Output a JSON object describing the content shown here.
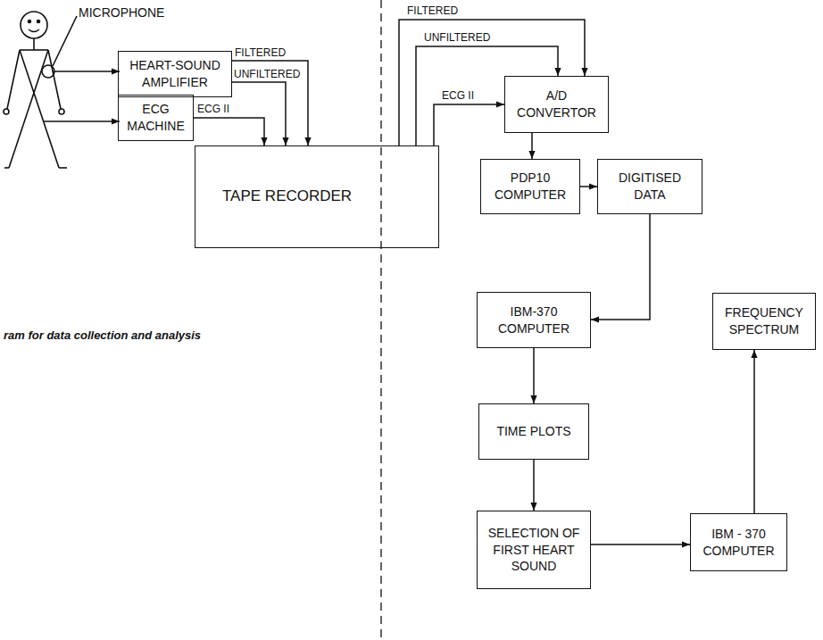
{
  "diagram": {
    "caption": "ram for data collection and analysis",
    "nodes": [
      {
        "text": [
          "HEART-SOUND AMPLIFIER"
        ]
      },
      {
        "text": [
          "ECG MACHINE"
        ]
      },
      {
        "text": [
          "TAPE RECORDER"
        ]
      },
      {
        "text": [
          "A/D CONVERTOR"
        ]
      },
      {
        "text": [
          "PDP10 COMPUTER"
        ]
      },
      {
        "text": [
          "DIGITISED DATA"
        ]
      },
      {
        "text": [
          "IBM-370 COMPUTER"
        ]
      },
      {
        "text": [
          "FREQUENCY SPECTRUM"
        ]
      },
      {
        "text": [
          "TIME PLOTS"
        ]
      },
      {
        "text": [
          "SELECTION OF FIRST HEART SOUND"
        ]
      },
      {
        "text": [
          "IBM - 370 COMPUTER"
        ]
      }
    ],
    "edges": [
      {
        "from": 0,
        "to": 2,
        "label": "FILTERED",
        "arrow": "to"
      },
      {
        "from": 0,
        "to": 2,
        "label": "UNFILTERED",
        "arrow": "to"
      },
      {
        "from": 1,
        "to": 2,
        "label": "ECG II",
        "arrow": "to"
      },
      {
        "from": 2,
        "to": 3,
        "label": "FILTERED",
        "arrow": "to"
      },
      {
        "from": 2,
        "to": 3,
        "label": "UNFILTERED",
        "arrow": "to"
      },
      {
        "from": 2,
        "to": 3,
        "label": "ECG II",
        "arrow": "to"
      },
      {
        "from": 3,
        "to": 4,
        "arrow": "to"
      },
      {
        "from": 4,
        "to": 5,
        "arrow": "to"
      },
      {
        "from": 5,
        "to": 6,
        "arrow": "to"
      },
      {
        "from": 6,
        "to": 8,
        "arrow": "to"
      },
      {
        "from": 8,
        "to": 9,
        "arrow": "to"
      },
      {
        "from": 9,
        "to": 10,
        "arrow": "to"
      },
      {
        "from": 10,
        "to": 7,
        "arrow": "to"
      }
    ],
    "labels": [
      "MICROPHONE"
    ]
  }
}
